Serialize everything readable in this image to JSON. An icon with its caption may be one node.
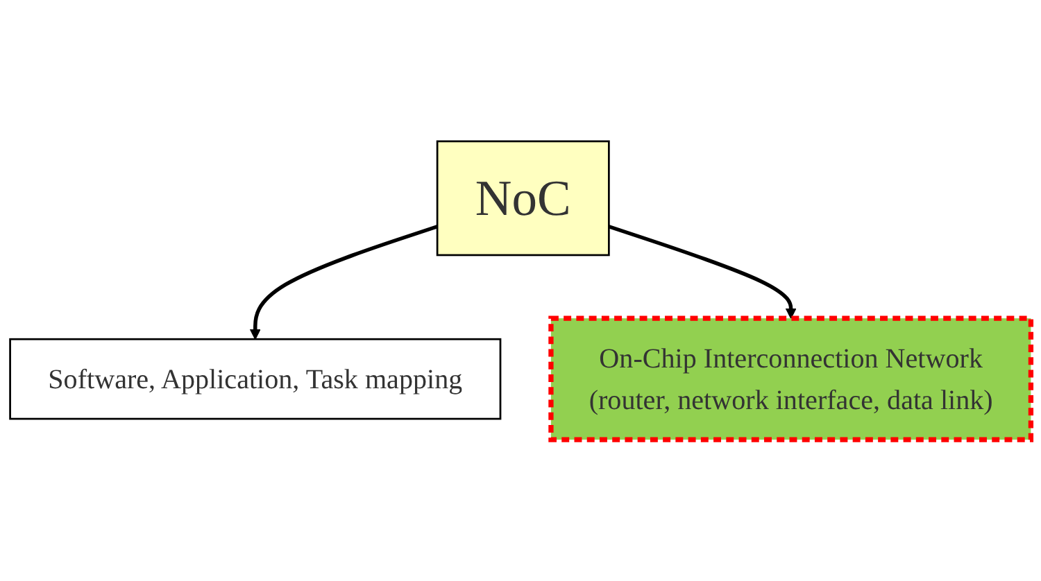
{
  "diagram": {
    "nodes": [
      {
        "text": [
          "NoC"
        ]
      },
      {
        "text": [
          "Software, Application, Task mapping"
        ]
      },
      {
        "text": [
          "On-Chip Interconnection Network",
          "(router, network interface, data link)"
        ]
      }
    ],
    "edges": [
      {
        "from": 0,
        "to": 1,
        "arrow": "to"
      },
      {
        "from": 0,
        "to": 2,
        "arrow": "to"
      }
    ]
  }
}
